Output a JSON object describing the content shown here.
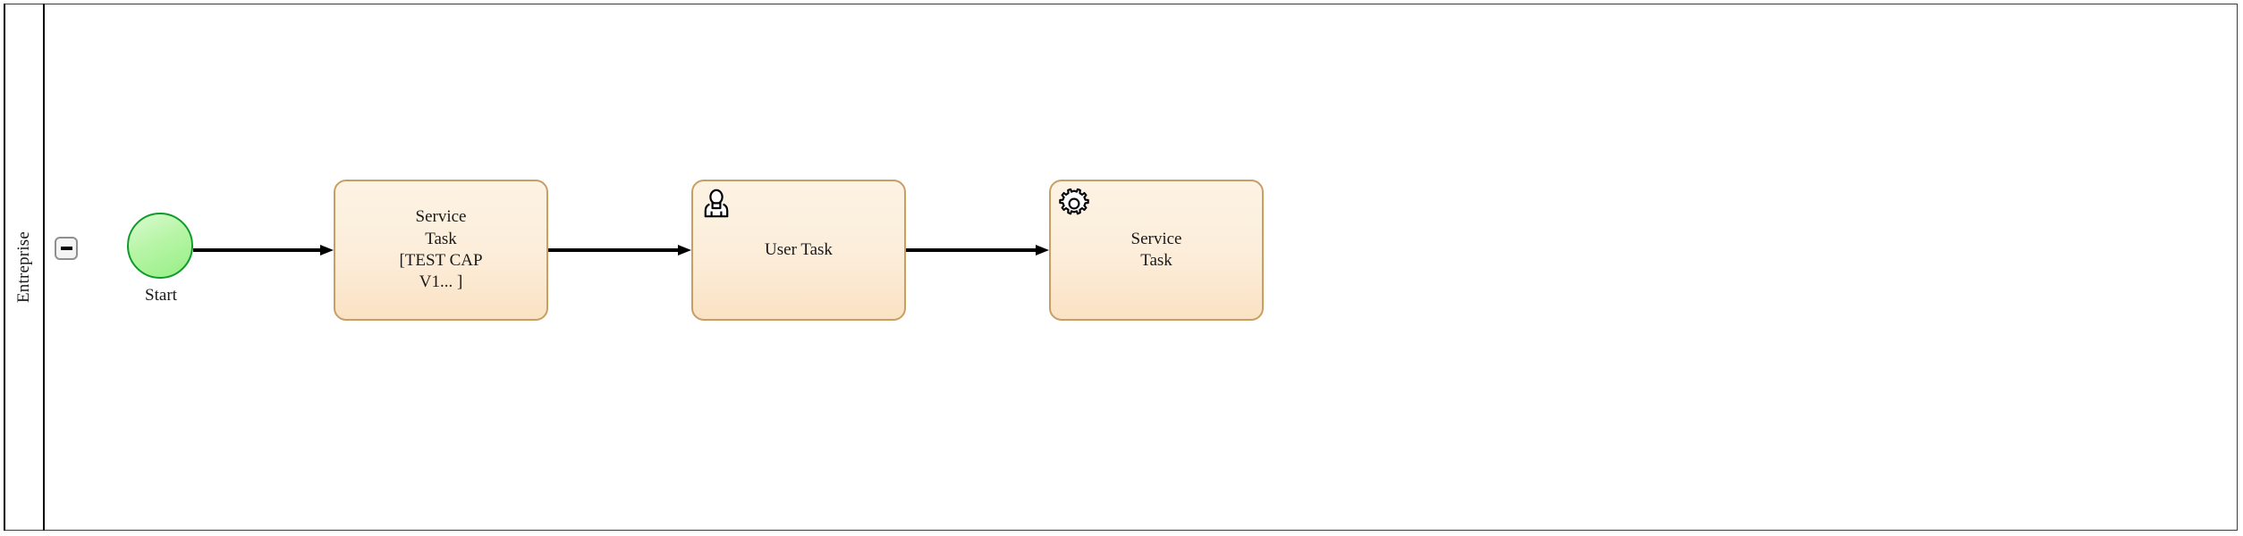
{
  "diagram": {
    "type": "bpmn-process",
    "pool": {
      "lane_label": "Entreprise",
      "toggle_icon": "minus-icon",
      "toggle_state": "expanded"
    },
    "colors": {
      "start_event_fill": "#b7f5a6",
      "start_event_stroke": "#0f9b28",
      "task_fill": "#fcedd9",
      "task_stroke": "#c79f63",
      "flow_stroke": "#000000",
      "pool_stroke": "#000000",
      "canvas_background": "#ffffff"
    },
    "nodes": [
      {
        "id": "start",
        "kind": "start-event",
        "label": "Start",
        "icon": "start-event-circle"
      },
      {
        "id": "service-task-1",
        "kind": "service-task",
        "label": "Service\nTask\n[TEST CAP\nV1... ]",
        "icon": "none"
      },
      {
        "id": "user-task",
        "kind": "user-task",
        "label": "User Task",
        "icon": "user-icon"
      },
      {
        "id": "service-task-2",
        "kind": "service-task",
        "label": "Service\nTask",
        "icon": "gear-icon"
      }
    ],
    "flows": [
      {
        "id": "flow-1",
        "from": "start",
        "to": "service-task-1",
        "label": ""
      },
      {
        "id": "flow-2",
        "from": "service-task-1",
        "to": "user-task",
        "label": ""
      },
      {
        "id": "flow-3",
        "from": "user-task",
        "to": "service-task-2",
        "label": ""
      }
    ]
  }
}
